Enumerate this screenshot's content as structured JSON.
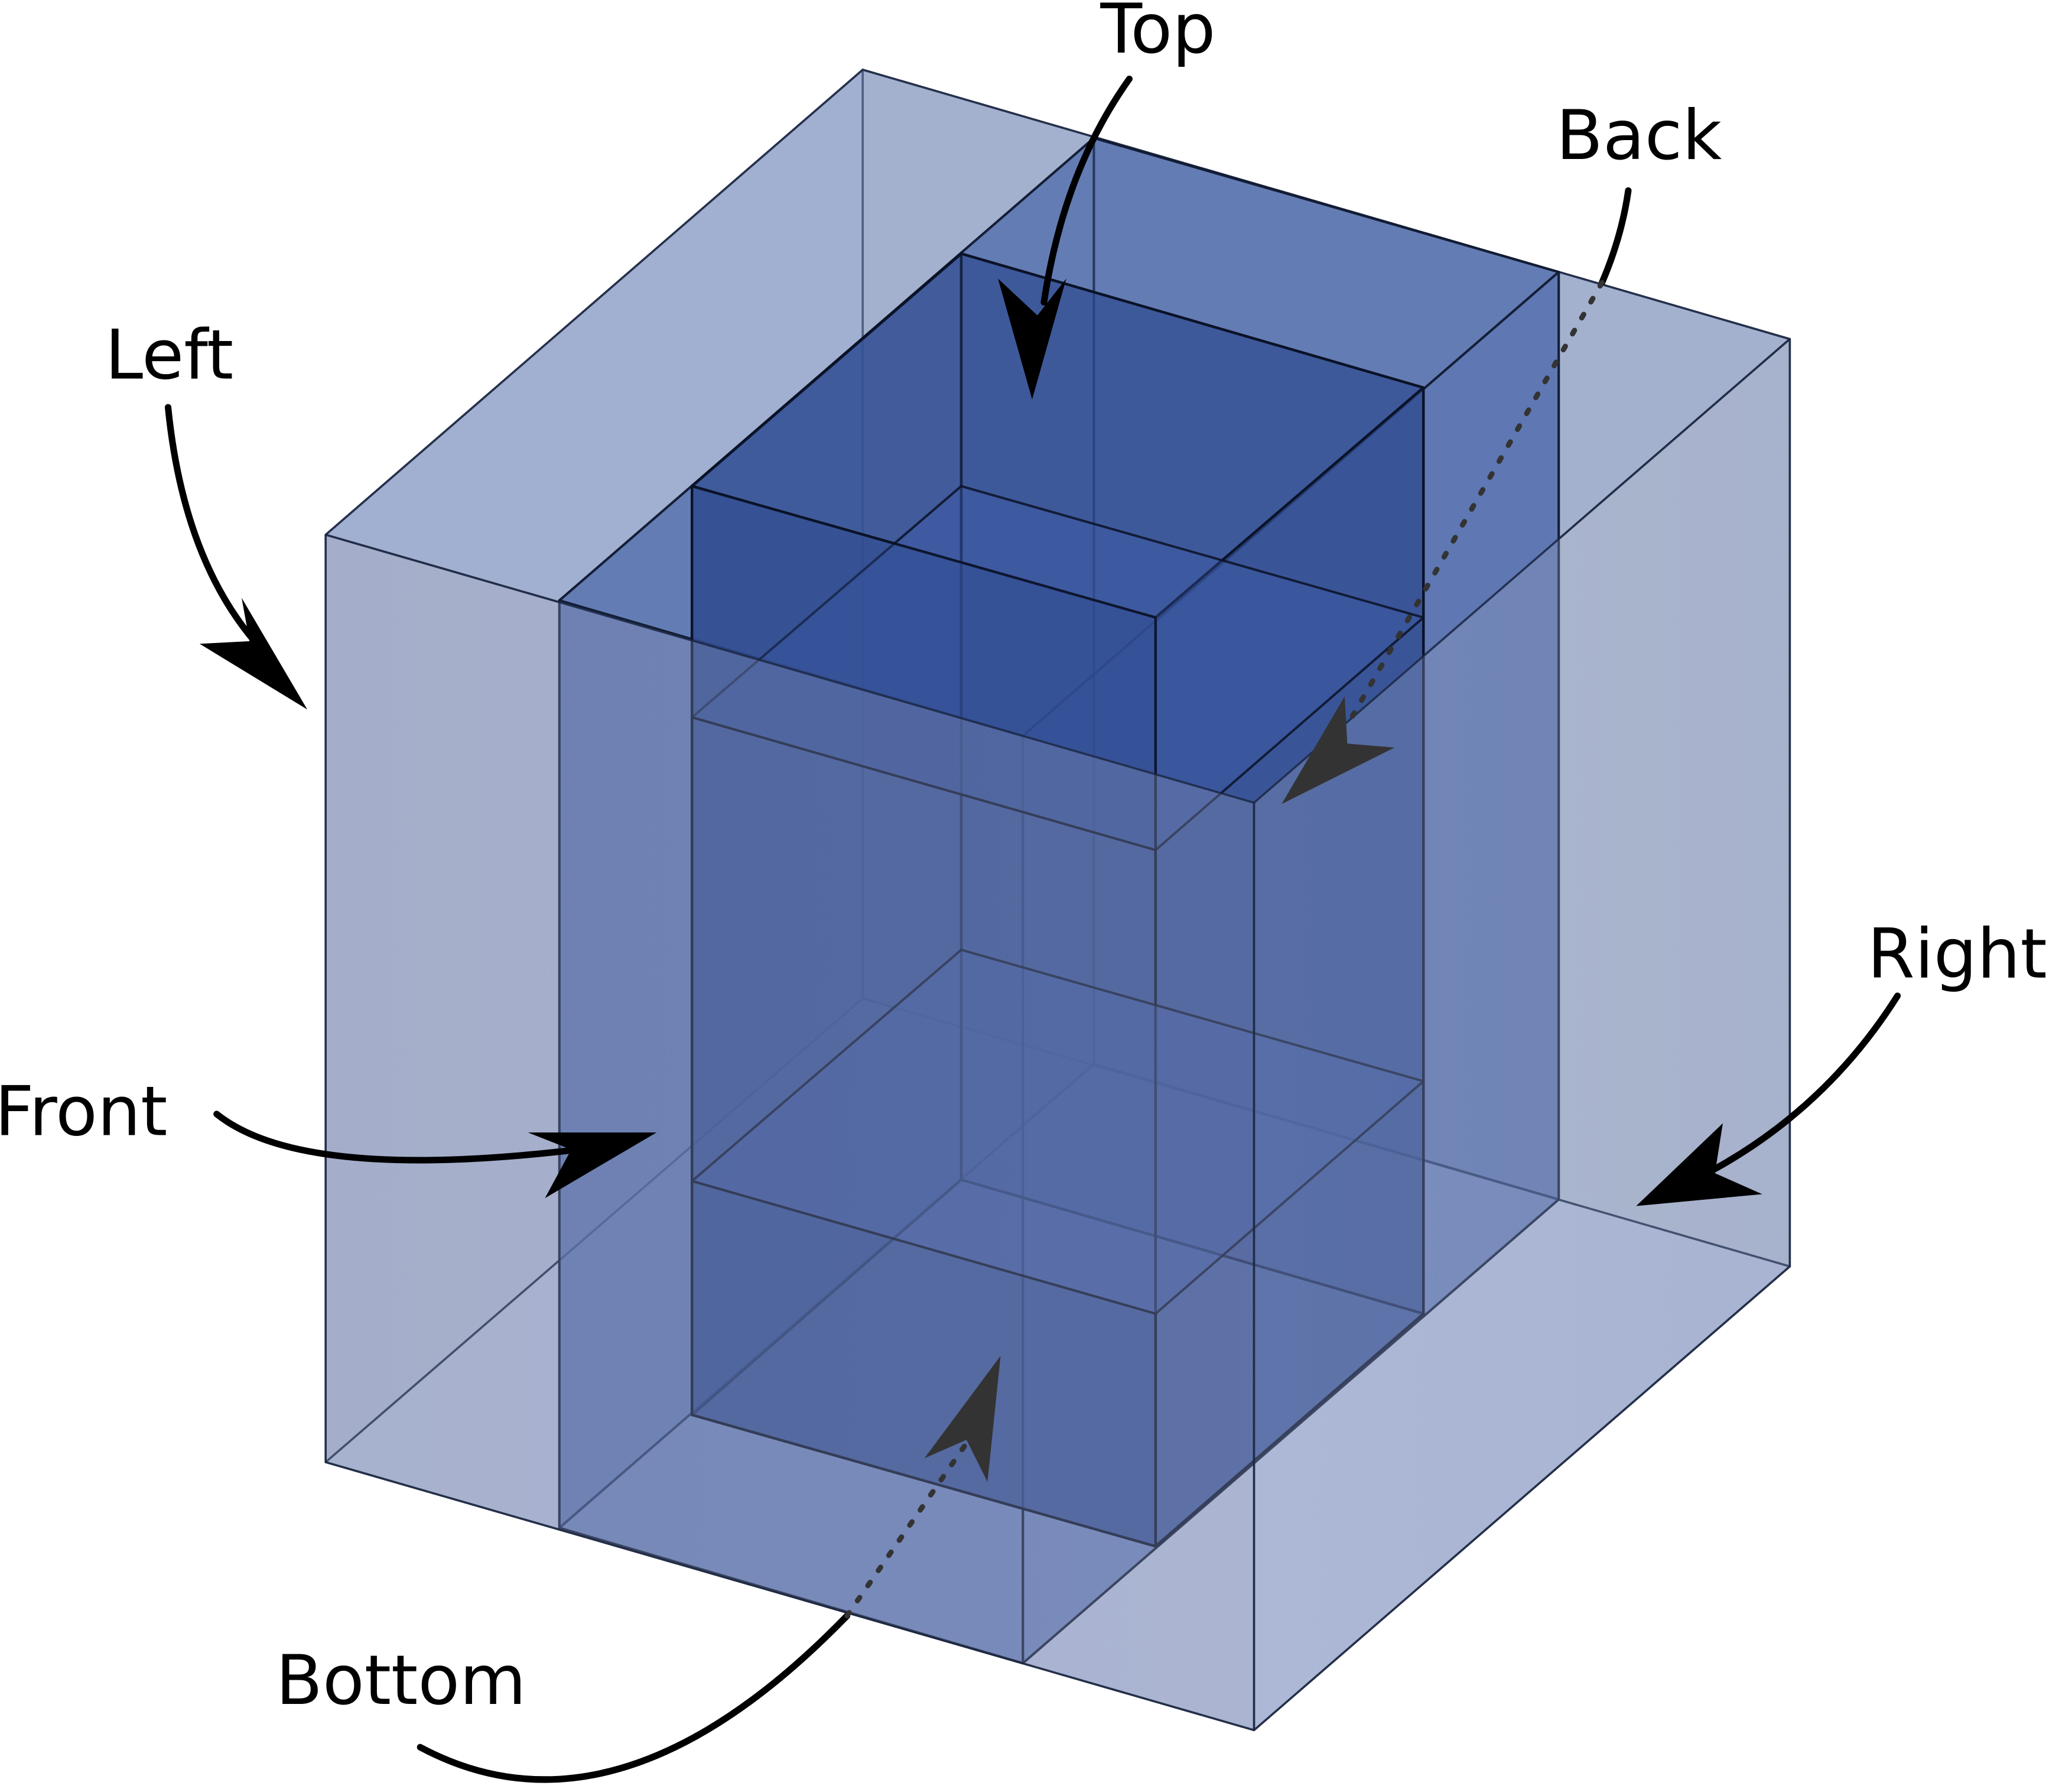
{
  "diagram": {
    "labels": {
      "top": "Top",
      "back": "Back",
      "left": "Left",
      "right": "Right",
      "front": "Front",
      "bottom": "Bottom"
    },
    "colors": {
      "outer_cube": "#6e82b4",
      "middle_box": "#4a66aa",
      "inner_box": "#2e4a8e",
      "edge": "#1a2540",
      "arrow": "#000000",
      "hidden_arrow": "#333333"
    }
  }
}
